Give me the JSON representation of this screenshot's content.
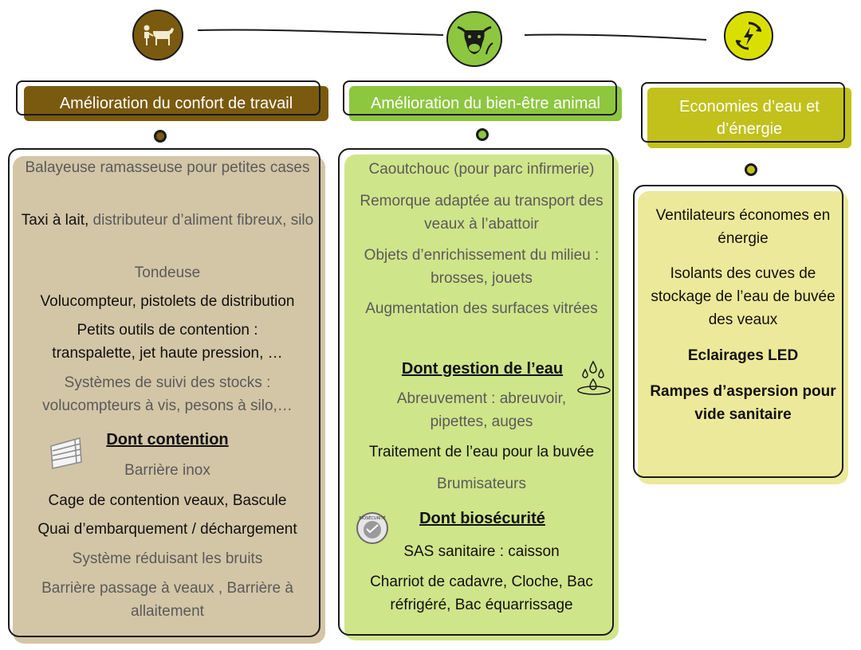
{
  "columns": [
    {
      "header": "Amélioration du confort de travail",
      "items": [
        {
          "text": "Balayeuse ramasseuse pour petites cases",
          "style": "light"
        },
        {
          "text_strong": "Taxi à lait,",
          "text": " distributeur d’aliment fibreux, silo",
          "style": "light"
        },
        {
          "text": "Tondeuse",
          "style": "light"
        },
        {
          "text": "Volucompteur, pistolets de distribution",
          "style": "dark"
        },
        {
          "text": "Petits outils de contention : transpalette, jet haute pression, …",
          "style": "dark"
        },
        {
          "text": "Systèmes de suivi des stocks : volucompteurs à vis, pesons à silo,…",
          "style": "light"
        }
      ],
      "section": {
        "title": "Dont contention",
        "icon": "gate-icon",
        "items": [
          {
            "text": "Barrière inox",
            "style": "light"
          },
          {
            "text": "Cage de contention veaux, Bascule",
            "style": "dark"
          },
          {
            "text": "Quai d’embarquement / déchargement",
            "style": "dark"
          },
          {
            "text": "Système réduisant les bruits",
            "style": "light"
          },
          {
            "text": "Barrière passage à veaux , Barrière à allaitement",
            "style": "light"
          }
        ]
      }
    },
    {
      "header": "Amélioration du bien-être animal",
      "items": [
        {
          "text": "Caoutchouc (pour parc infirmerie)",
          "style": "light"
        },
        {
          "text": "Remorque adaptée au transport des veaux à l’abattoir",
          "style": "light"
        },
        {
          "text": "Objets d’enrichissement du milieu : brosses, jouets",
          "style": "light"
        },
        {
          "text": "Augmentation des surfaces vitrées",
          "style": "light"
        }
      ],
      "section": {
        "title": "Dont gestion de l’eau",
        "icon": "water-drops-icon",
        "items": [
          {
            "text": "Abreuvement : abreuvoir, pipettes, auges",
            "style": "light"
          },
          {
            "text": "Traitement de l’eau pour la buvée",
            "style": "dark"
          },
          {
            "text": "Brumisateurs",
            "style": "light"
          }
        ]
      },
      "section2": {
        "title": "Dont biosécurité",
        "icon": "biosecurite-badge-icon",
        "badge_text": "BIOSÉCURITÉ",
        "items": [
          {
            "text": "SAS sanitaire : caisson",
            "style": "dark"
          },
          {
            "text": "Charriot de cadavre, Cloche, Bac réfrigéré, Bac équarrissage",
            "style": "dark"
          }
        ]
      }
    },
    {
      "header": "Economies d’eau et d’énergie",
      "items": [
        {
          "text": "Ventilateurs économes en énergie",
          "style": "dark"
        },
        {
          "text": "Isolants des cuves de stockage de l’eau de buvée des veaux",
          "style": "dark"
        },
        {
          "text": "Eclairages LED",
          "style": "bold"
        },
        {
          "text": "Rampes d’aspersion pour vide sanitaire",
          "style": "bold"
        }
      ]
    }
  ],
  "icons": [
    "farmer-cow-icon",
    "cow-head-icon",
    "energy-cycle-icon"
  ],
  "colors": {
    "brown": "#7a5a0e",
    "brown_panel": "#d3c6a6",
    "green": "#8dc63f",
    "green_panel": "#cfe58a",
    "olive": "#c2c11b",
    "olive_panel": "#ede99a"
  }
}
